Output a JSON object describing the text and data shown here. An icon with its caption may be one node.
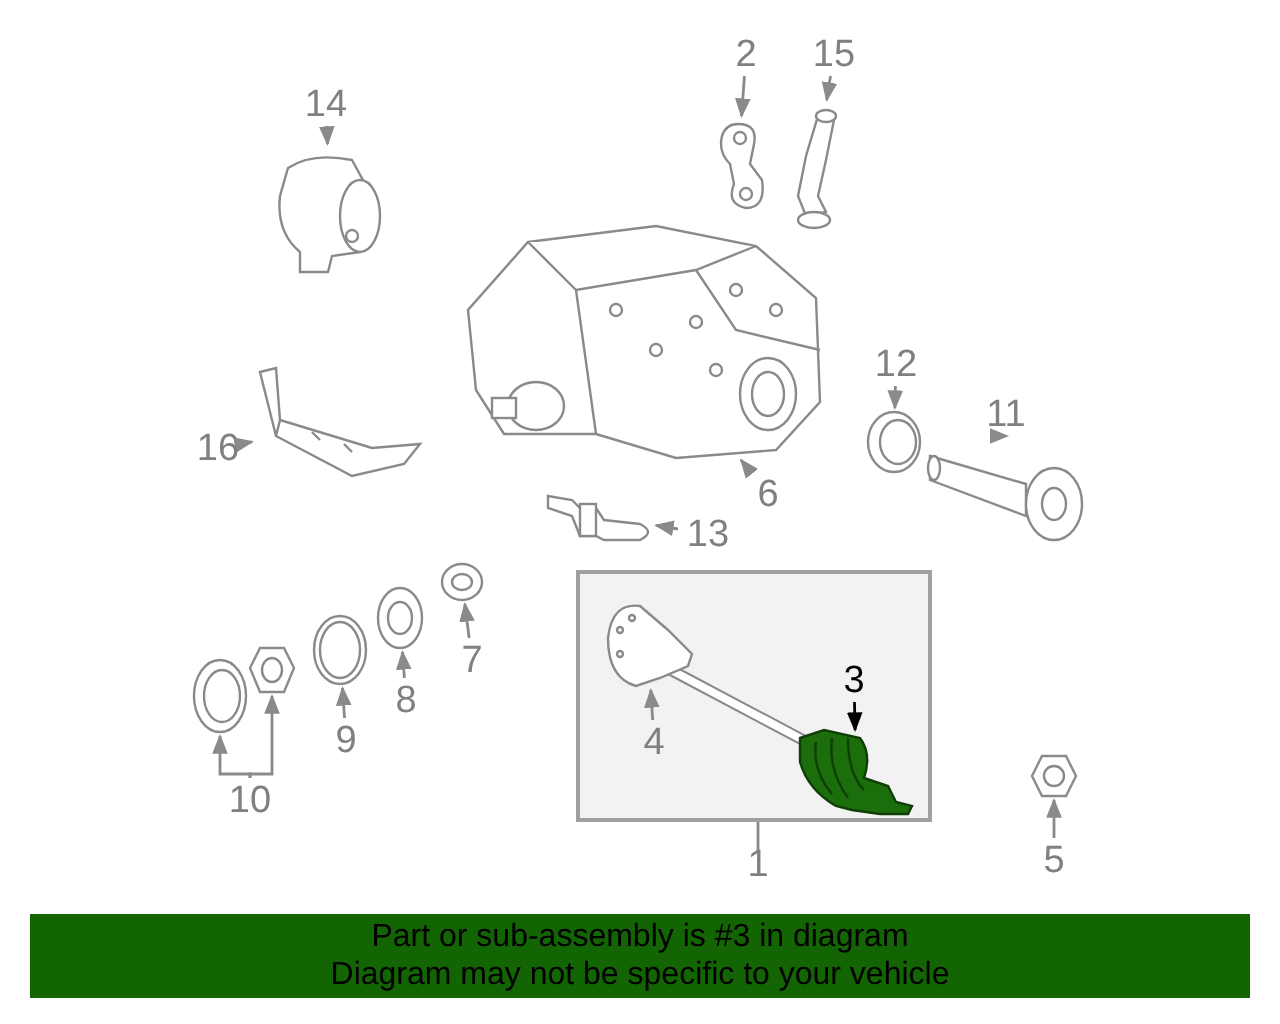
{
  "diagram": {
    "nodes": [
      {
        "text": [
          "14"
        ]
      },
      {
        "text": [],
        "shape": "picture"
      },
      {
        "text": [
          "2"
        ]
      },
      {
        "text": [],
        "shape": "picture"
      },
      {
        "text": [
          "15"
        ]
      },
      {
        "text": [],
        "shape": "picture"
      },
      {
        "text": [],
        "shape": "picture"
      },
      {
        "text": [
          "6"
        ]
      },
      {
        "text": [
          "12"
        ]
      },
      {
        "text": [],
        "shape": "picture"
      },
      {
        "text": [
          "11"
        ]
      },
      {
        "text": [],
        "shape": "picture"
      },
      {
        "text": [
          "16"
        ]
      },
      {
        "text": [],
        "shape": "picture"
      },
      {
        "text": [
          "13"
        ]
      },
      {
        "text": [],
        "shape": "picture"
      },
      {
        "text": [
          "7"
        ]
      },
      {
        "text": [],
        "shape": "picture"
      },
      {
        "text": [
          "8"
        ]
      },
      {
        "text": [],
        "shape": "picture"
      },
      {
        "text": [
          "9"
        ]
      },
      {
        "text": [],
        "shape": "picture"
      },
      {
        "text": [],
        "shape": "box"
      },
      {
        "text": [],
        "shape": "picture",
        "in": 22
      },
      {
        "text": [
          "4"
        ],
        "in": 22
      },
      {
        "text": [],
        "shape": "picture",
        "in": 22
      },
      {
        "text": [
          "3"
        ],
        "in": 22
      },
      {
        "text": [
          "1"
        ]
      },
      {
        "text": [],
        "shape": "picture"
      },
      {
        "text": [],
        "shape": "picture"
      },
      {
        "text": [
          "10"
        ]
      },
      {
        "text": [],
        "shape": "picture"
      },
      {
        "text": [
          "5"
        ]
      },
      {
        "text": [
          "Part or sub-assembly is #3 in diagram",
          "Diagram may not be specific to your vehicle"
        ]
      }
    ],
    "edges": [
      {
        "from": 0,
        "to": 1,
        "arrow": "to"
      },
      {
        "from": 2,
        "to": 3,
        "arrow": "to"
      },
      {
        "from": 4,
        "to": 5,
        "arrow": "to"
      },
      {
        "from": 7,
        "to": 6,
        "arrow": "to"
      },
      {
        "from": 8,
        "to": 9,
        "arrow": "to"
      },
      {
        "from": 10,
        "to": 11,
        "arrow": "to"
      },
      {
        "from": 12,
        "to": 13,
        "arrow": "to"
      },
      {
        "from": 14,
        "to": 15,
        "arrow": "to"
      },
      {
        "from": 16,
        "to": 17,
        "arrow": "to"
      },
      {
        "from": 18,
        "to": 19,
        "arrow": "to"
      },
      {
        "from": 20,
        "to": 21,
        "arrow": "to"
      },
      {
        "from": 24,
        "to": 23,
        "arrow": "to"
      },
      {
        "from": 26,
        "to": 25,
        "arrow": "to",
        "color": "#000000"
      },
      {
        "from": 27,
        "to": 22,
        "arrow": "none"
      },
      {
        "from": 30,
        "to": 28,
        "arrow": "to"
      },
      {
        "from": 30,
        "to": 29,
        "arrow": "to"
      },
      {
        "from": 32,
        "to": 31,
        "arrow": "to"
      }
    ]
  }
}
